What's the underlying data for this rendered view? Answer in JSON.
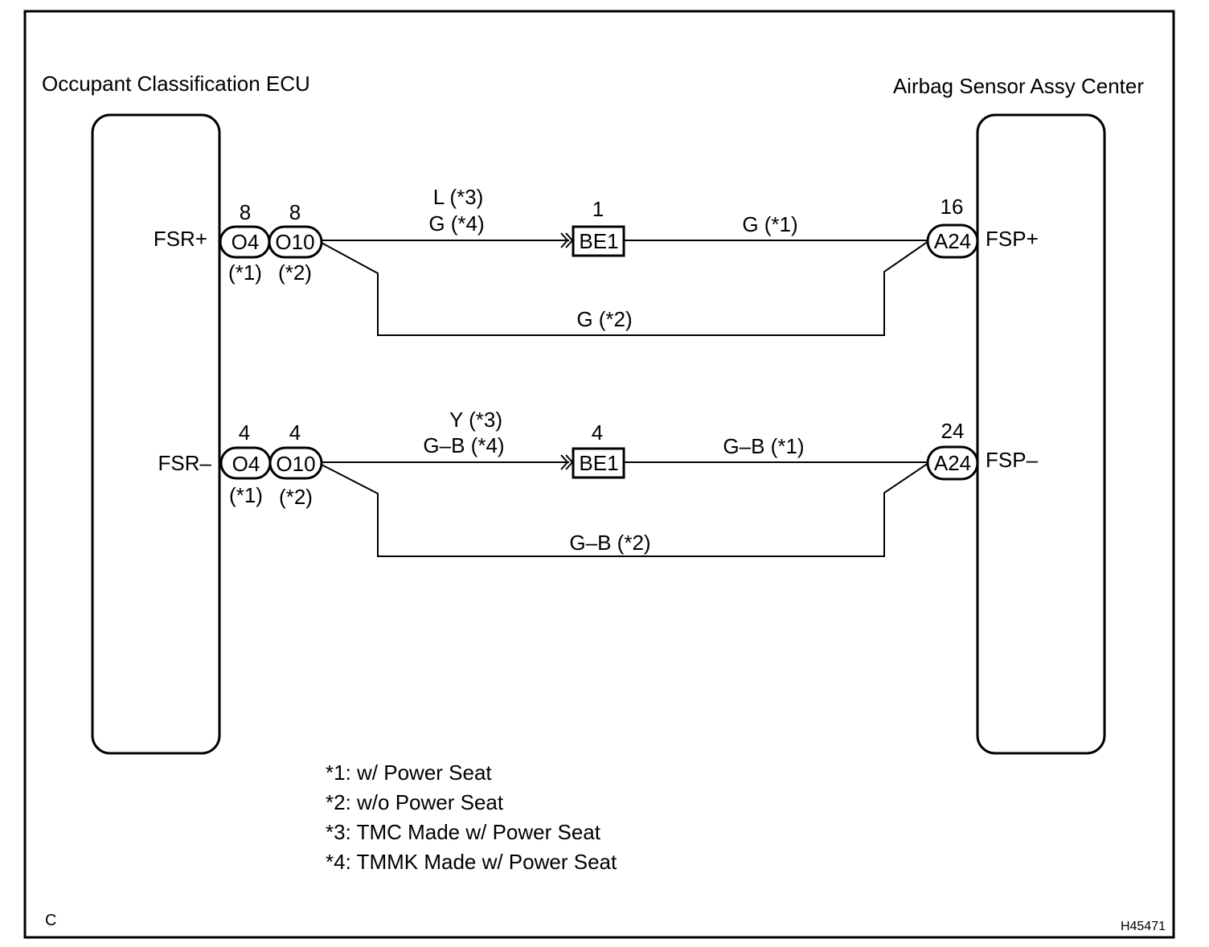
{
  "components": {
    "left": {
      "title": "Occupant Classification ECU"
    },
    "right": {
      "title": "Airbag Sensor Assy Center"
    }
  },
  "circuits": [
    {
      "left_pin": "FSR+",
      "right_pin": "FSP+",
      "conn_o4": {
        "code": "O4",
        "pin": "8",
        "note": "(*1)"
      },
      "conn_o10": {
        "code": "O10",
        "pin": "8",
        "note": "(*2)"
      },
      "conn_be1": {
        "code": "BE1",
        "pin": "1"
      },
      "conn_a24": {
        "code": "A24",
        "pin": "16"
      },
      "wire_to_be1": {
        "line1": "L (*3)",
        "line2": "G (*4)"
      },
      "wire_be1_to_a24": "G (*1)",
      "wire_bypass": "G (*2)"
    },
    {
      "left_pin": "FSR–",
      "right_pin": "FSP–",
      "conn_o4": {
        "code": "O4",
        "pin": "4",
        "note": "(*1)"
      },
      "conn_o10": {
        "code": "O10",
        "pin": "4",
        "note": "(*2)"
      },
      "conn_be1": {
        "code": "BE1",
        "pin": "4"
      },
      "conn_a24": {
        "code": "A24",
        "pin": "24"
      },
      "wire_to_be1": {
        "line1": "Y (*3)",
        "line2": "G–B (*4)"
      },
      "wire_be1_to_a24": "G–B (*1)",
      "wire_bypass": "G–B (*2)"
    }
  ],
  "notes": [
    "*1: w/ Power Seat",
    "*2: w/o Power Seat",
    "*3: TMC Made w/ Power Seat",
    "*4: TMMK Made w/ Power Seat"
  ],
  "corner_letter": "C",
  "figure_code": "H45471"
}
